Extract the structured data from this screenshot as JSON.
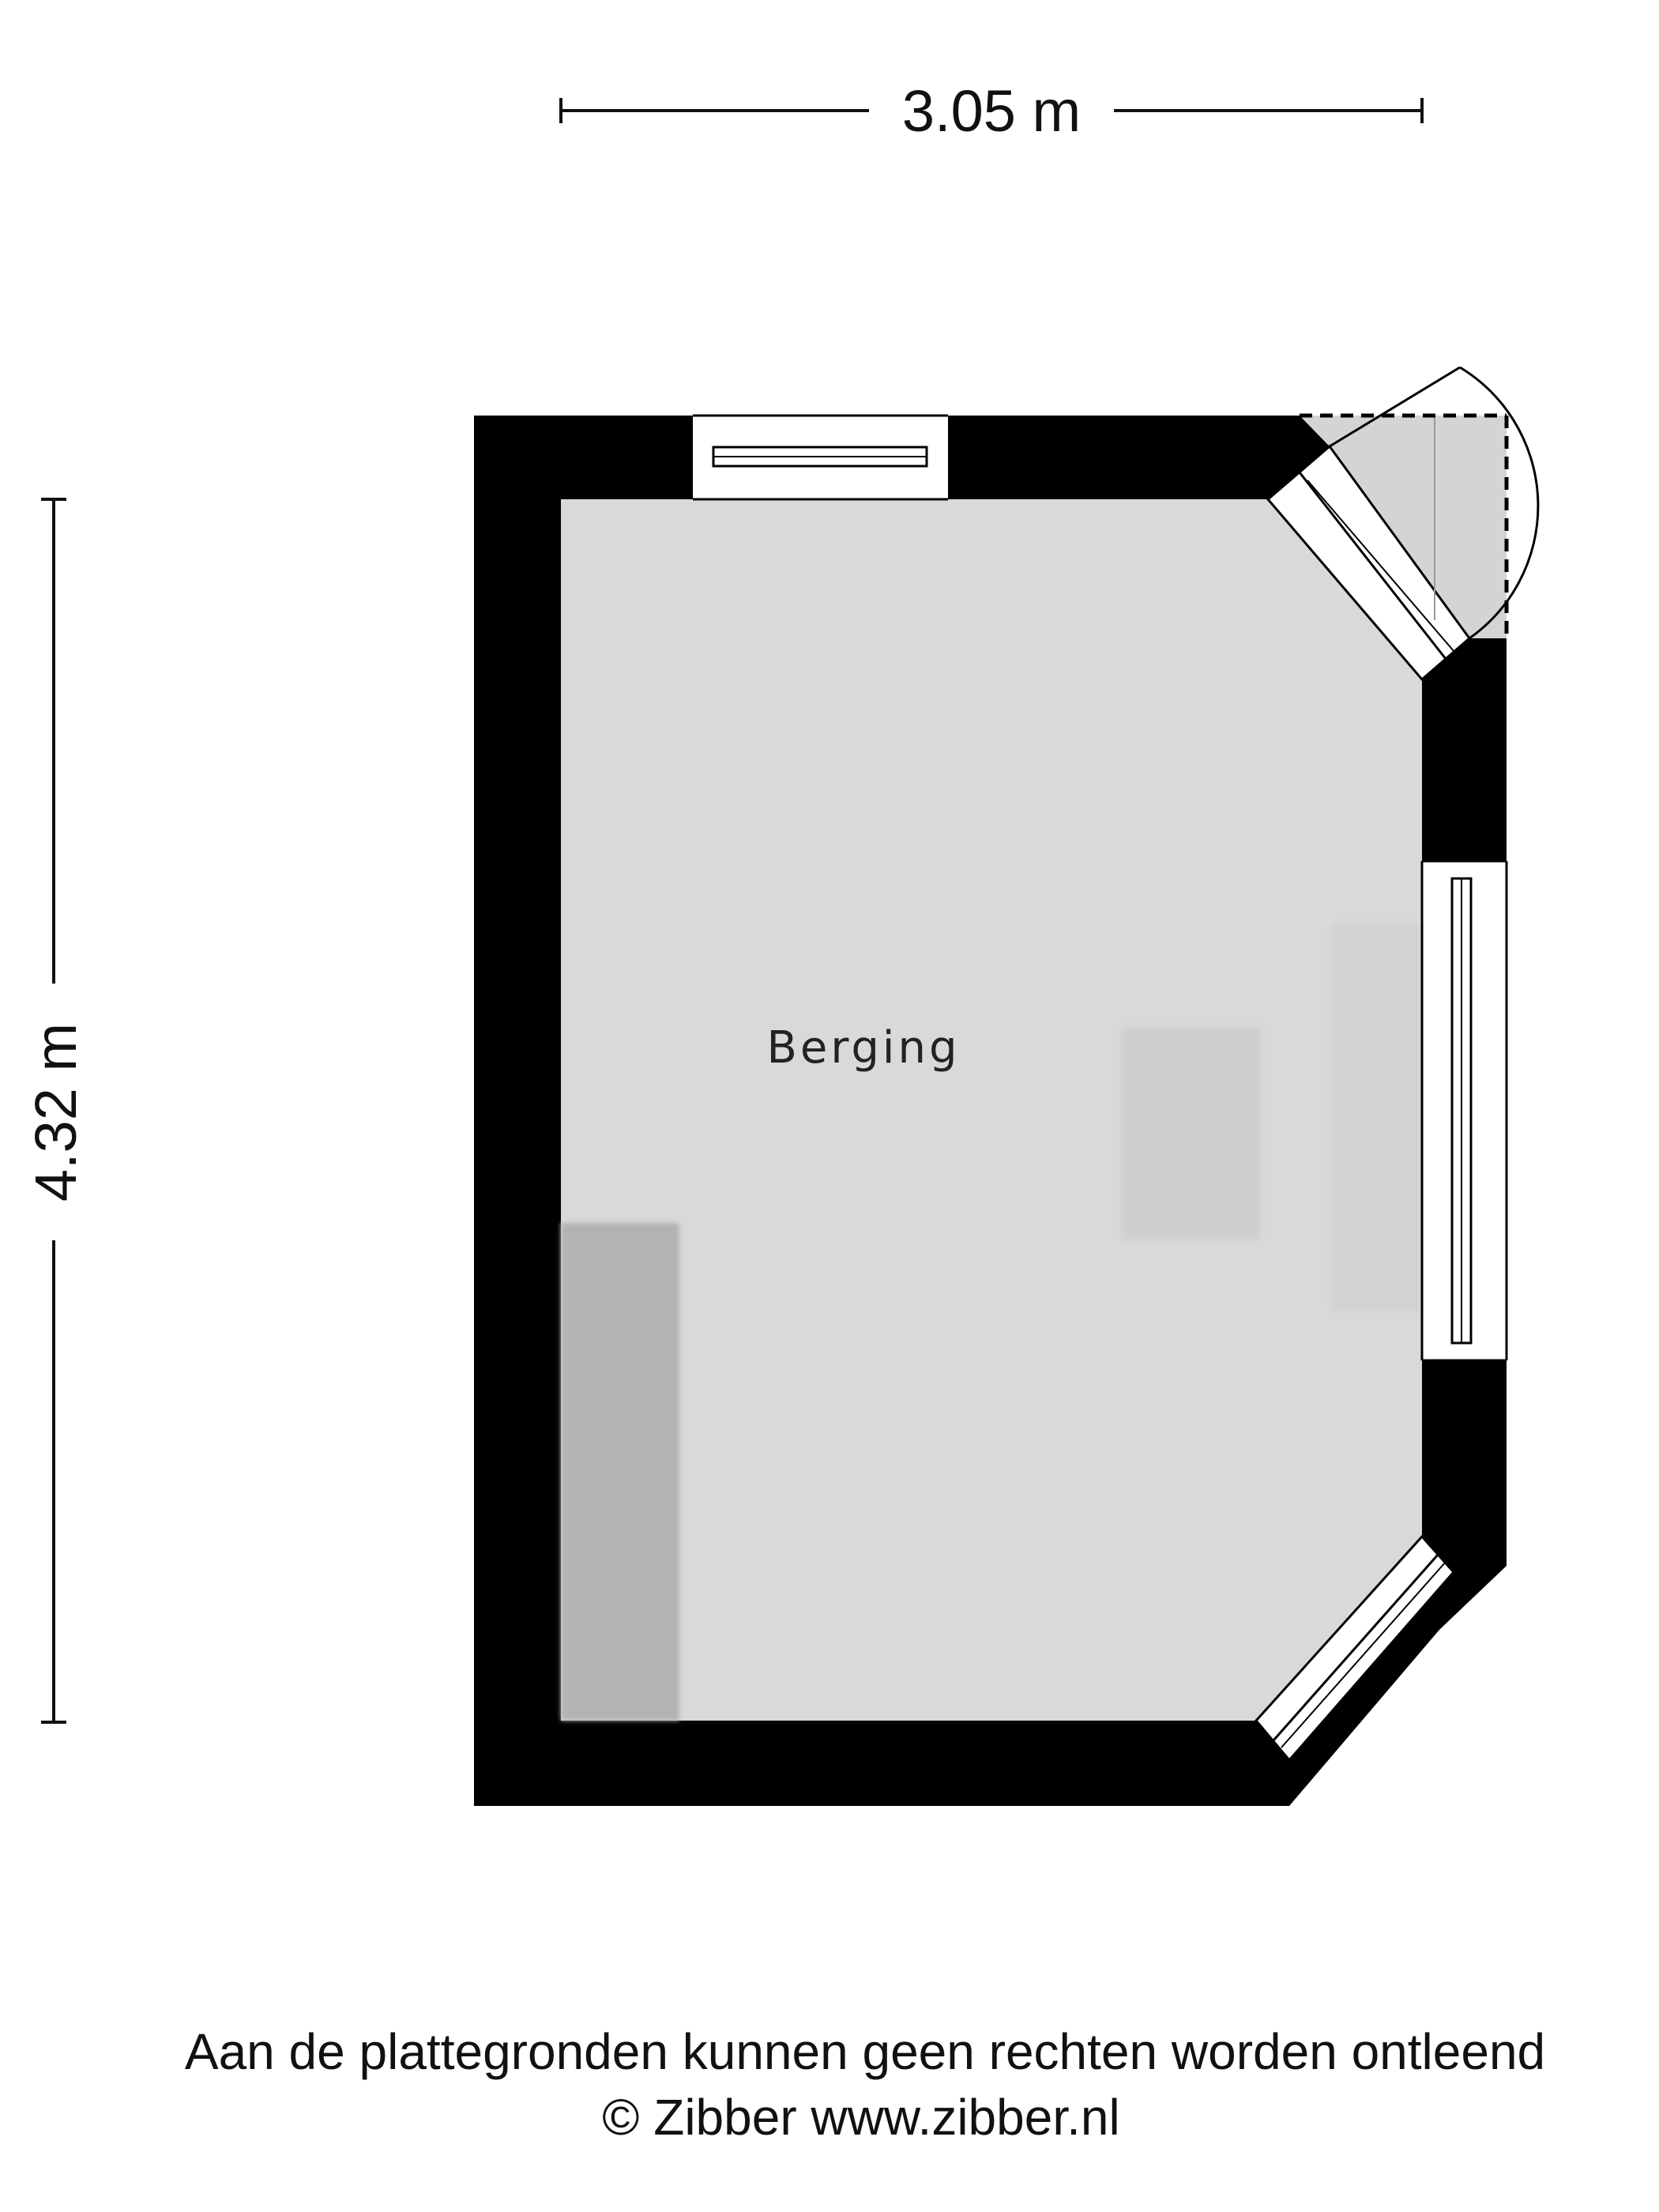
{
  "dimensions": {
    "width_label": "3.05 m",
    "height_label": "4.32 m"
  },
  "rooms": [
    {
      "name": "Berging"
    }
  ],
  "footer": {
    "disclaimer": "Aan de plattegronden kunnen geen rechten worden ontleend",
    "copyright": "© Zibber www.zibber.nl"
  },
  "colors": {
    "wall": "#000000",
    "floor": "#d9d9d9",
    "furniture_light": "#cfcfcf",
    "furniture_dark": "#b3b3b3"
  }
}
